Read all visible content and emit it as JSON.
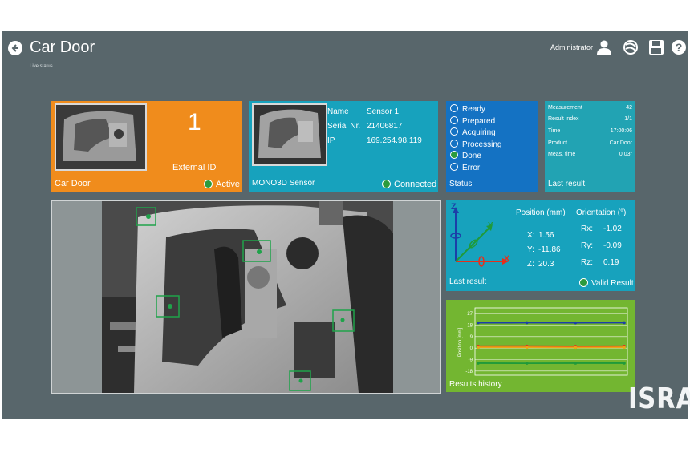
{
  "header": {
    "title": "Car Door",
    "subtitle": "Live status",
    "user": "Administrator",
    "icons": [
      "back-icon",
      "user-icon",
      "network-icon",
      "save-icon",
      "help-icon"
    ]
  },
  "product_tile": {
    "number": "1",
    "id_label": "External ID",
    "name": "Car Door",
    "state": "Active"
  },
  "sensor_tile": {
    "name_label": "Name",
    "name_value": "Sensor 1",
    "serial_label": "Serial Nr.",
    "serial_value": "21406817",
    "ip_label": "IP",
    "ip_value": "169.254.98.119",
    "title": "MONO3D Sensor",
    "state": "Connected"
  },
  "status_tile": {
    "items": [
      {
        "label": "Ready",
        "active": false
      },
      {
        "label": "Prepared",
        "active": false
      },
      {
        "label": "Acquiring",
        "active": false
      },
      {
        "label": "Processing",
        "active": false
      },
      {
        "label": "Done",
        "active": true
      },
      {
        "label": "Error",
        "active": false
      }
    ],
    "title": "Status"
  },
  "last_result_tile": {
    "rows": [
      {
        "k": "Measurement",
        "v": "42"
      },
      {
        "k": "Result index",
        "v": "1/1"
      },
      {
        "k": "Time",
        "v": "17:00:06"
      },
      {
        "k": "Product",
        "v": "Car Door"
      },
      {
        "k": "Meas. time",
        "v": "0.03\""
      }
    ],
    "title": "Last result"
  },
  "pose_tile": {
    "position_header": "Position (mm)",
    "orientation_header": "Orientation (°)",
    "x_label": "X:",
    "x": "1.56",
    "y_label": "Y:",
    "y": "-11.86",
    "z_label": "Z:",
    "z": "20.3",
    "rx_label": "Rx:",
    "rx": "-1.02",
    "ry_label": "Ry:",
    "ry": "-0.09",
    "rz_label": "Rz:",
    "rz": "0.19",
    "axis_z": "Z",
    "axis_y": "Y",
    "axis_x": "X",
    "title": "Last result",
    "state": "Valid Result"
  },
  "history_tile": {
    "title": "Results history"
  },
  "brand": "ISRA",
  "colors": {
    "background": "#58666b",
    "orange": "#f08c1c",
    "teal": "#17a2bd",
    "blue": "#1472c3",
    "green": "#73b631",
    "ok": "#2b9b3e"
  },
  "chart_data": {
    "type": "line",
    "ylabel": "Position [mm]",
    "yticks": [
      27,
      18,
      9,
      0,
      -9,
      -18
    ],
    "ylim": [
      -20,
      29
    ],
    "x": [
      0,
      1,
      2,
      3
    ],
    "series": [
      {
        "color": "#1c3fa8",
        "values": [
          19.8,
          19.9,
          19.8,
          19.9
        ]
      },
      {
        "color": "#e5301c",
        "values": [
          1.5,
          1.6,
          1.4,
          1.5
        ]
      },
      {
        "color": "#e8a817",
        "values": [
          0.6,
          0.6,
          0.5,
          0.6
        ]
      },
      {
        "color": "#1f9a3a",
        "values": [
          -11.8,
          -11.9,
          -11.8,
          -11.8
        ]
      }
    ],
    "grid": true
  }
}
